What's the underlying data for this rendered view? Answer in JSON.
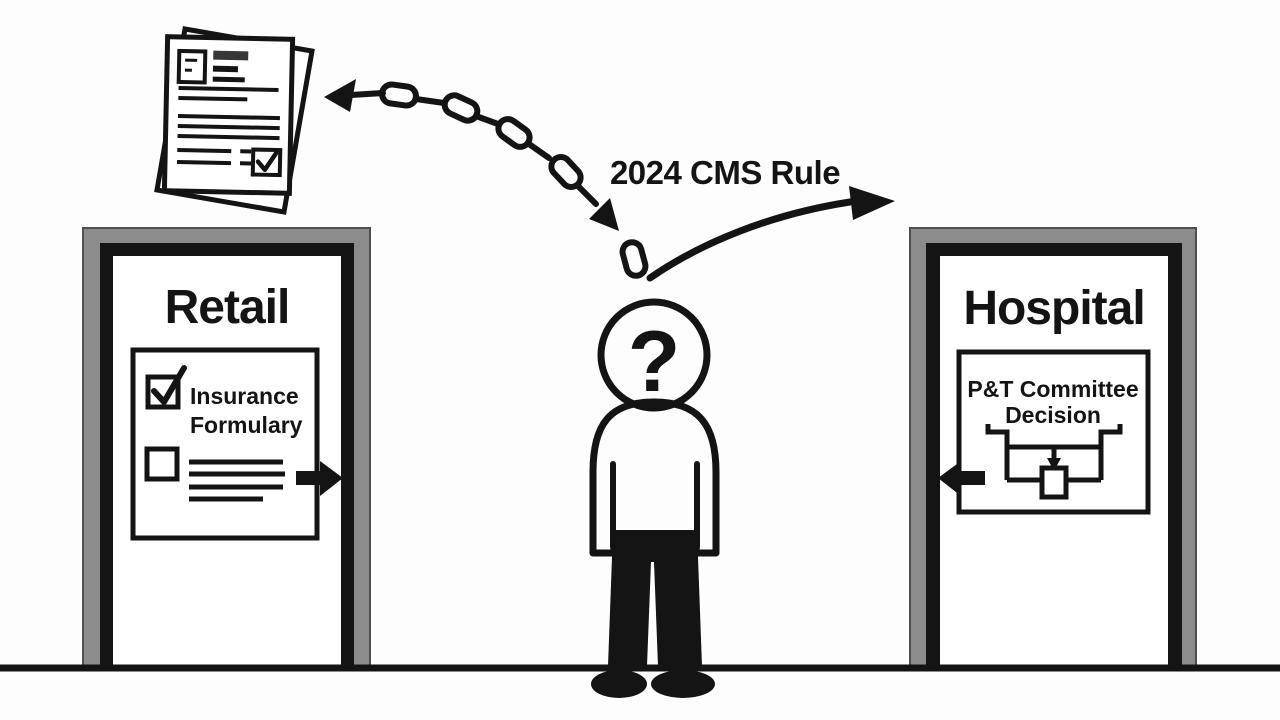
{
  "scene": {
    "background": "#fdfdfd",
    "ink": "#141414",
    "door_frame_gray": "#8c8c8c",
    "door_frame_edge": "#4f4f4f"
  },
  "annotation": {
    "rule_label": "2024 CMS Rule"
  },
  "left_door": {
    "title": "Retail",
    "sign": {
      "checked_label_line1": "Insurance",
      "checked_label_line2": "Formulary"
    }
  },
  "right_door": {
    "title": "Hospital",
    "sign": {
      "label_line1": "P&T Committee",
      "label_line2": "Decision"
    }
  },
  "person": {
    "head_symbol": "?"
  },
  "icons": {
    "documents": "paper-stack-icon",
    "chain": "broken-chain-arrow-icon",
    "checked_checkbox": "checkbox-checked-icon",
    "empty_checkbox": "checkbox-empty-icon",
    "right_arrow": "arrow-right-icon",
    "left_arrow": "arrow-left-icon",
    "flowchart": "committee-flowchart-icon",
    "curved_arrow": "curved-arrow-right-icon",
    "question_head": "question-mark-head"
  }
}
